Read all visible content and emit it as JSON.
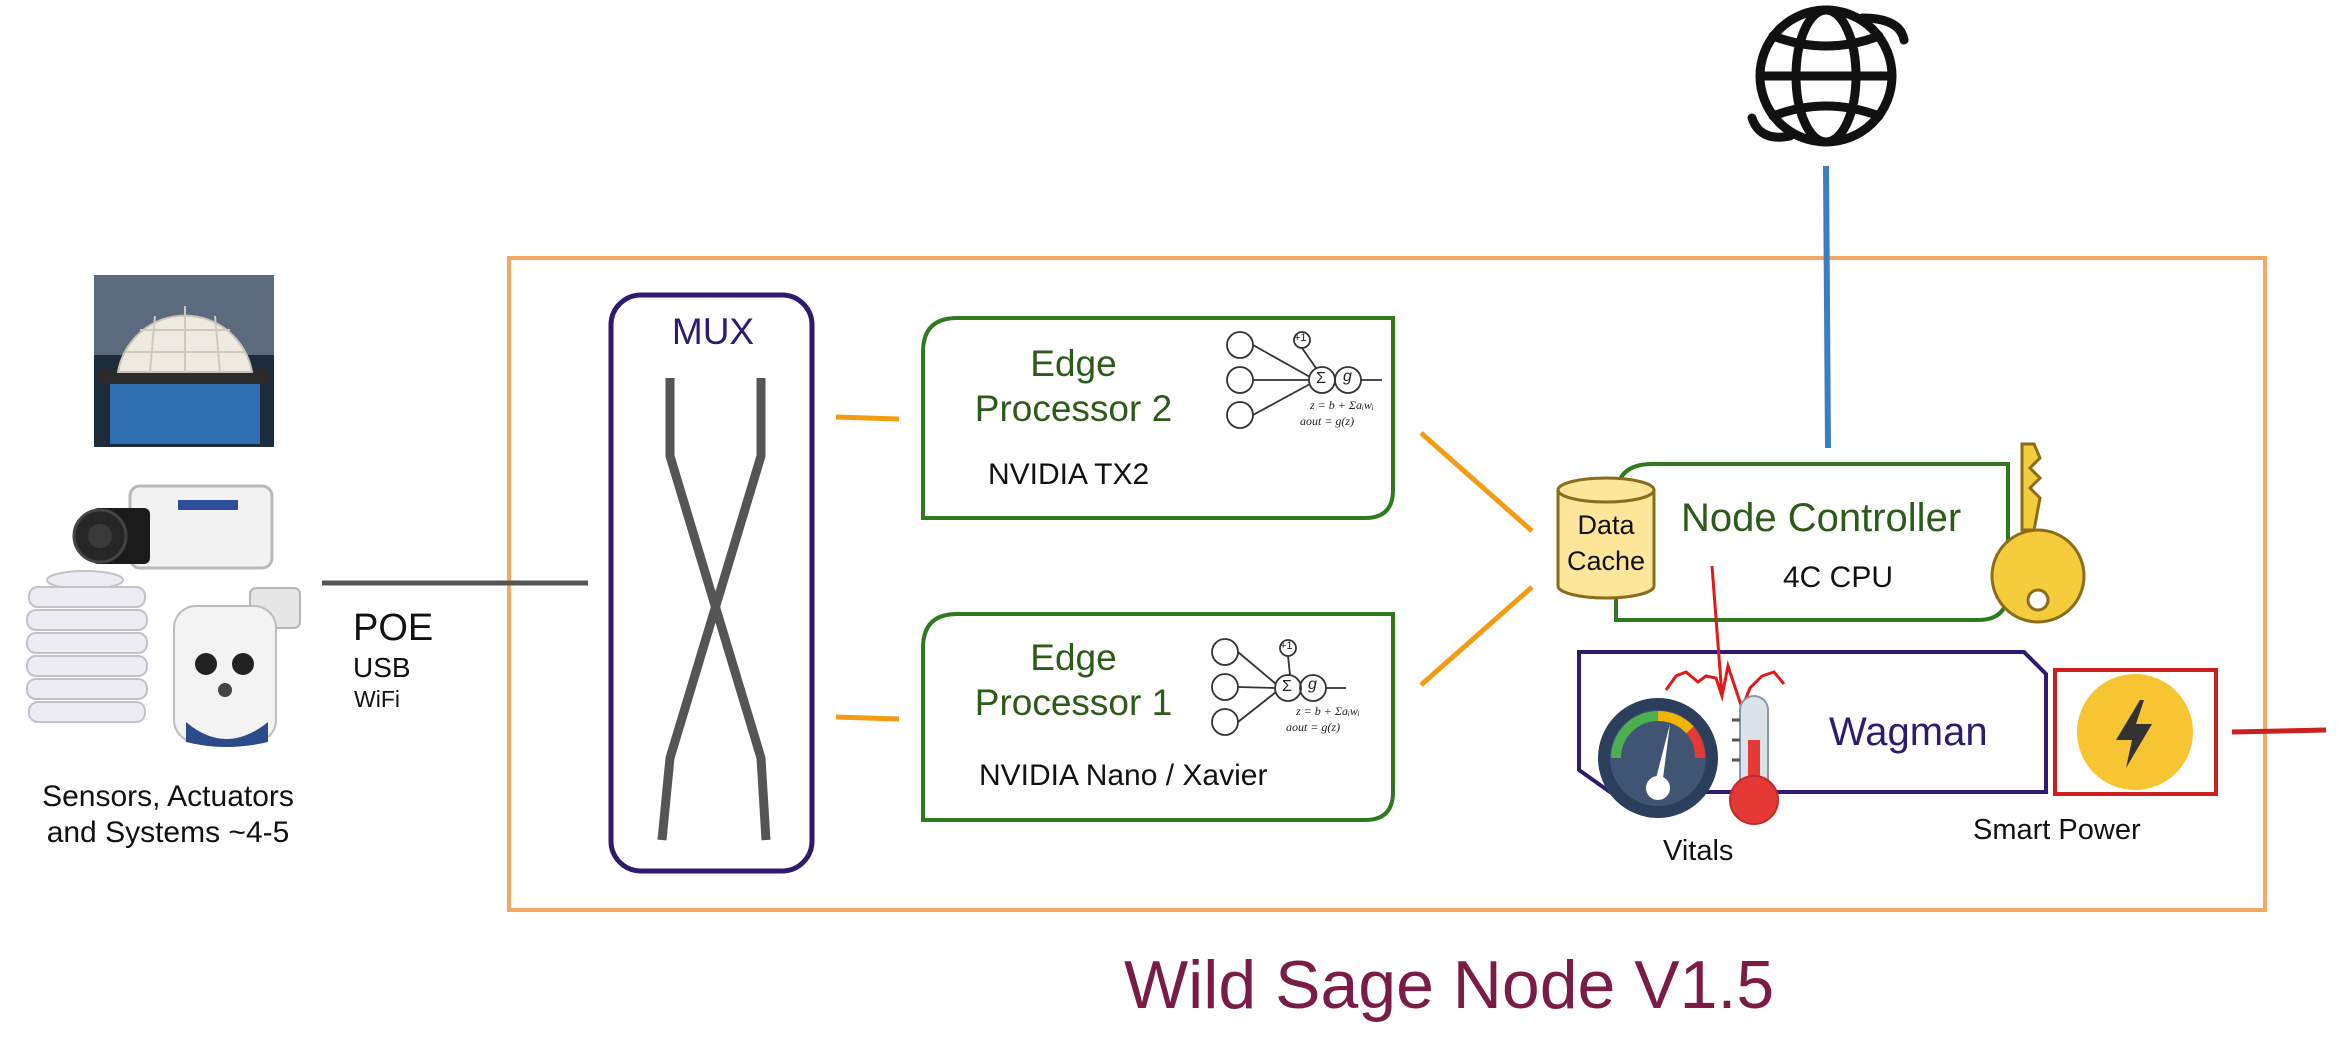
{
  "title": "Wild Sage Node V1.5",
  "mux": {
    "label": "MUX"
  },
  "edge2": {
    "title_line1": "Edge",
    "title_line2": "Processor 2",
    "hardware": "NVIDIA TX2"
  },
  "edge1": {
    "title_line1": "Edge",
    "title_line2": "Processor 1",
    "hardware": "NVIDIA Nano / Xavier"
  },
  "controller": {
    "title": "Node Controller",
    "cpu": "4C CPU",
    "cache_line1": "Data",
    "cache_line2": "Cache"
  },
  "wagman": {
    "label": "Wagman",
    "vitals_label": "Vitals",
    "smart_power_label": "Smart Power"
  },
  "connectivity": {
    "poe": "POE",
    "usb": "USB",
    "wifi": "WiFi"
  },
  "sensors": {
    "line1": "Sensors, Actuators",
    "line2": "and Systems ~4-5"
  },
  "neuron": {
    "bias": "+1",
    "sum": "Σ",
    "act": "g",
    "formula1": "z = b + Σaᵢwᵢ",
    "formula2": "aout = g(z)"
  },
  "colors": {
    "frame": "#f5a862",
    "mux": "#2e1a6e",
    "edge": "#2f7a1f",
    "edge_text": "#2c5a18",
    "link": "#f39c12",
    "uplink": "#3a7fc1",
    "power": "#cc1f1f",
    "title": "#7a1c46",
    "wagman": "#2e1a6e"
  }
}
